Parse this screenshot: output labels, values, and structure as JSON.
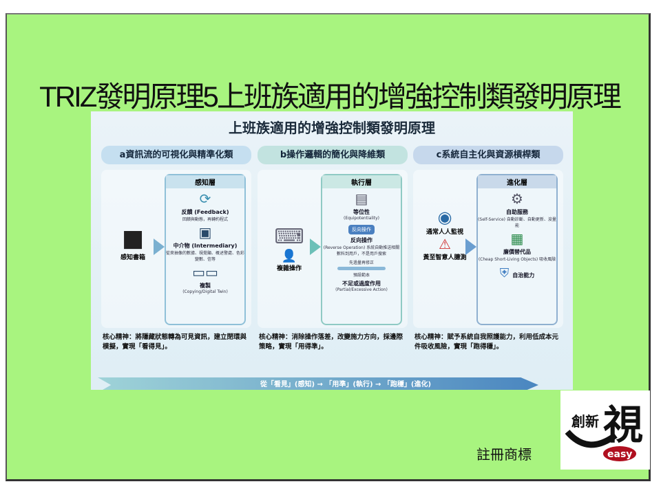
{
  "slide": {
    "title": "TRIZ發明原理5上班族適用的增強控制類發明原理",
    "registered": "註冊商標",
    "logo_text": "創新視 easy"
  },
  "infographic": {
    "title": "上班族適用的增強控制類發明原理",
    "columns": [
      {
        "header": "a資訊流的可視化與精準化類",
        "left_label": "感知書箱",
        "layer": "感知層",
        "items": [
          {
            "title": "反饋 (Feedback)",
            "desc": "回饋與動態，再轉約程式"
          },
          {
            "title": "中介物 (Intermediary)",
            "desc": "從來抽像的數據、視覺顯、概述警處、色彩變數、信等"
          },
          {
            "title": "複製",
            "desc": "(Copying/Digital Twin)"
          }
        ],
        "core": "核心精神：將隱藏狀態轉為可見資訊，建立閉環與模擬，實現「看得見」。"
      },
      {
        "header": "b操作邏輯的簡化與降維類",
        "left_label": "複雜操作",
        "layer": "執行層",
        "items": [
          {
            "title": "等位性",
            "desc": "(Equipotentiality)"
          },
          {
            "title": "反向操作",
            "desc": "(Reverse Operation) 系統自動推送相關數料到用戶，不是用戶搜索",
            "badge": "反向操作"
          },
          {
            "title": "不足或過度作用",
            "desc": "(Partial/Excessive Action)",
            "slider_label": "先過量再修正",
            "doc_label": "預設範本"
          }
        ],
        "core": "核心精神：消除操作落差，改變施力方向，採邊際策略，實現「用得準」。"
      },
      {
        "header": "c系統自主化與資源槓桿類",
        "left_label": "通常人人監視",
        "left_label2": "黃至智意人臆測",
        "layer": "進化層",
        "items": [
          {
            "title": "自助服務",
            "desc": "(Self-Service) 自動診斷、自動更新、浚量能"
          },
          {
            "title": "廉價替代品",
            "desc": "(Cheap Short-Living Objects) 吸收風險"
          },
          {
            "title": "自治能力",
            "desc": ""
          }
        ],
        "core": "核心精神：賦予系統自我照護能力，利用低成本元件吸收風險，實現「跑得穩」。"
      }
    ],
    "banner": "從「看見」(感知) → 「用準」(執行) → 「跑穩」(進化)"
  }
}
